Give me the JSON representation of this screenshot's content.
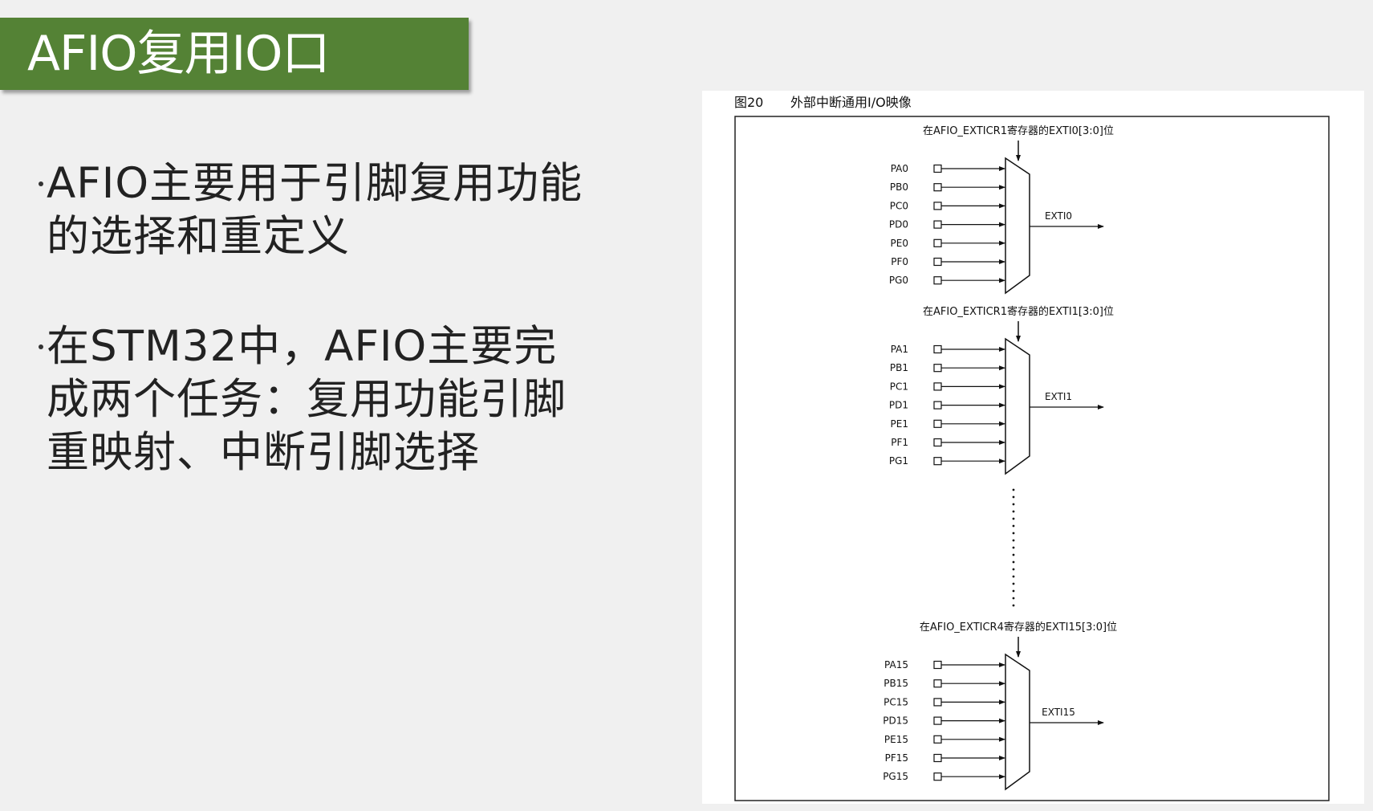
{
  "header": {
    "title": "AFIO复用IO口",
    "banner_color": "#548235"
  },
  "bullets": [
    "AFIO主要用于引脚复用功能的选择和重定义",
    "在STM32中，AFIO主要完成两个任务：复用功能引脚重映射、中断引脚选择"
  ],
  "figure": {
    "number": "图20",
    "caption": "外部中断通用I/O映像",
    "groups": [
      {
        "register_label": "在AFIO_EXTICR1寄存器的EXTI0[3:0]位",
        "inputs": [
          "PA0",
          "PB0",
          "PC0",
          "PD0",
          "PE0",
          "PF0",
          "PG0"
        ],
        "output": "EXTI0"
      },
      {
        "register_label": "在AFIO_EXTICR1寄存器的EXTI1[3:0]位",
        "inputs": [
          "PA1",
          "PB1",
          "PC1",
          "PD1",
          "PE1",
          "PF1",
          "PG1"
        ],
        "output": "EXTI1"
      },
      {
        "register_label": "在AFIO_EXTICR4寄存器的EXTI15[3:0]位",
        "inputs": [
          "PA15",
          "PB15",
          "PC15",
          "PD15",
          "PE15",
          "PF15",
          "PG15"
        ],
        "output": "EXTI15"
      }
    ]
  }
}
